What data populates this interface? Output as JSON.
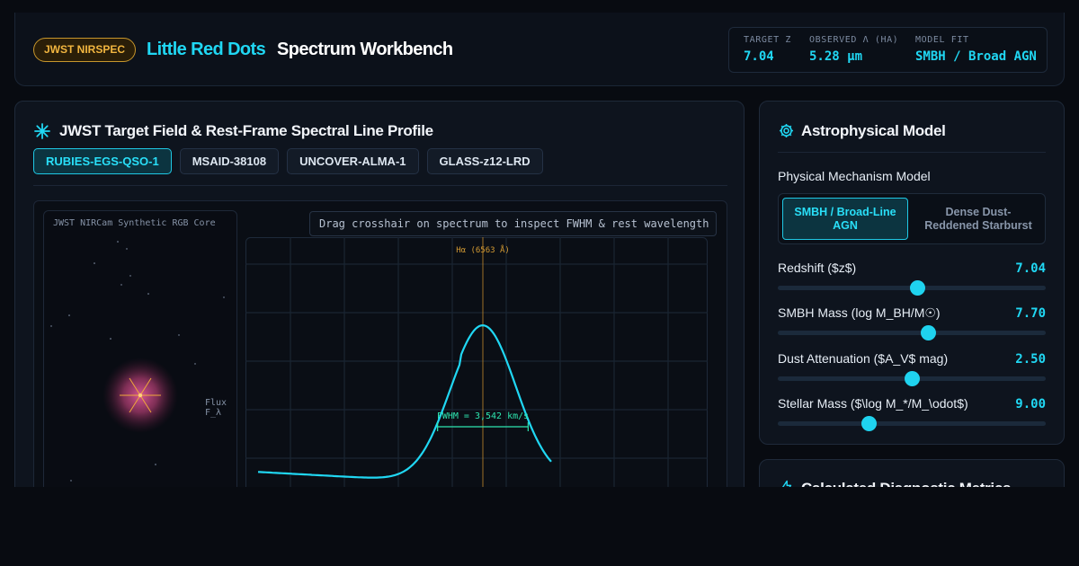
{
  "header": {
    "badge": "JWST NIRSPEC",
    "brand": "Little Red Dots",
    "subtitle": "Spectrum Workbench",
    "stats": [
      {
        "label": "TARGET Z",
        "value": "7.04"
      },
      {
        "label": "OBSERVED Λ (HA)",
        "value": "5.28 μm"
      },
      {
        "label": "MODEL FIT",
        "value": "SMBH / Broad AGN"
      }
    ]
  },
  "main_panel": {
    "icon": "sparkle-icon",
    "title": "JWST Target Field & Rest-Frame Spectral Line Profile",
    "tabs": [
      {
        "label": "RUBIES-EGS-QSO-1",
        "active": true
      },
      {
        "label": "MSAID-38108",
        "active": false
      },
      {
        "label": "UNCOVER-ALMA-1",
        "active": false
      },
      {
        "label": "GLASS-z12-LRD",
        "active": false
      }
    ],
    "sky_label": "JWST NIRCam Synthetic RGB Core",
    "flux_label": "Flux F_λ",
    "hint": "Drag crosshair on spectrum to inspect FWHM & rest wavelength"
  },
  "chart_data": {
    "type": "line",
    "line_marker": "Hα (6563 Å)",
    "fwhm_label": "FWHM = 3,542 km/s",
    "line_center_kms": 0,
    "fwhm_kms": 3542,
    "x_range_kms": [
      -10000,
      10000
    ],
    "continuum": 0.08,
    "peak": 1.0,
    "color": "#20d7f3"
  },
  "model_panel": {
    "icon": "gear-icon",
    "title": "Astrophysical Model",
    "mechanism_label": "Physical Mechanism Model",
    "options": [
      {
        "label": "SMBH / Broad-Line AGN",
        "active": true
      },
      {
        "label": "Dense Dust-Reddened Starburst",
        "active": false
      }
    ],
    "sliders": [
      {
        "label": "Redshift ($z$)",
        "value": "7.04",
        "fraction": 0.52
      },
      {
        "label": "SMBH Mass (log M_BH/M☉)",
        "value": "7.70",
        "fraction": 0.56
      },
      {
        "label": "Dust Attenuation ($A_V$ mag)",
        "value": "2.50",
        "fraction": 0.5
      },
      {
        "label": "Stellar Mass ($\\log M_*/M_\\odot$)",
        "value": "9.00",
        "fraction": 0.34
      }
    ]
  },
  "metrics_panel": {
    "icon": "pulse-icon",
    "title": "Calculated Diagnostic Metrics"
  }
}
